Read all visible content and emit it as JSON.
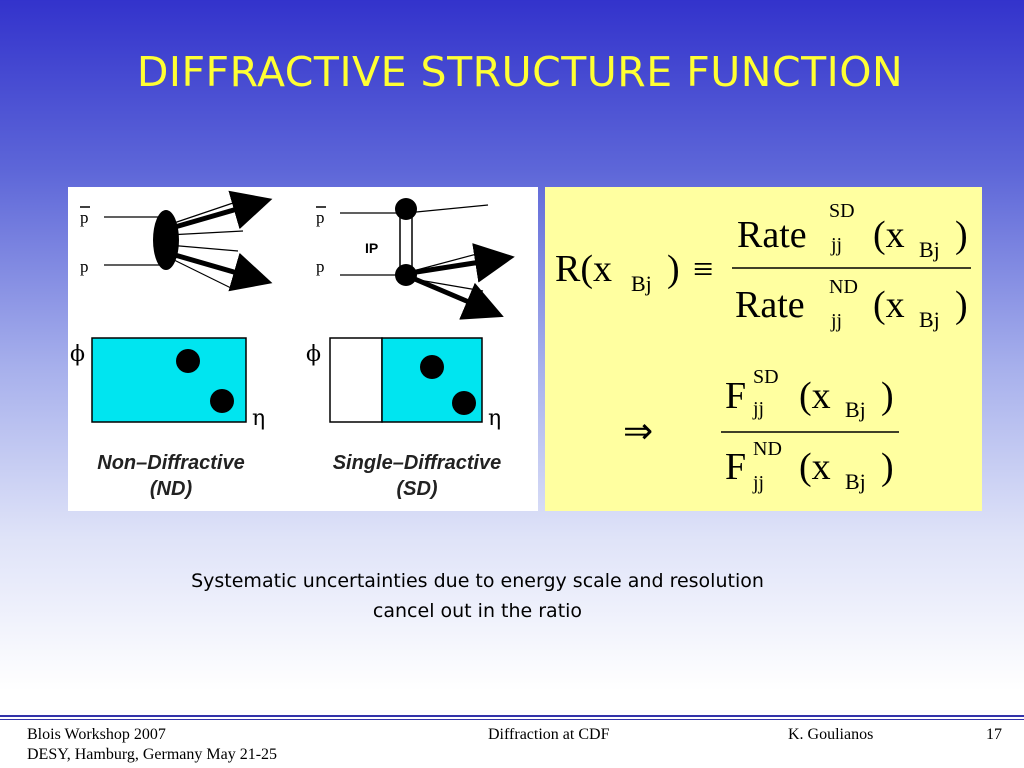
{
  "slide": {
    "title": "DIFFRACTIVE STRUCTURE FUNCTION",
    "caption_line1": "Systematic uncertainties due to energy scale and resolution",
    "caption_line2": "cancel out in the ratio"
  },
  "diagram": {
    "label_pbar": "p",
    "label_p": "p",
    "label_phi": "ϕ",
    "label_eta": "η",
    "label_ip": "IP",
    "nd_title": "Non–Diffractive",
    "nd_abbrev": "(ND)",
    "sd_title": "Single–Diffractive",
    "sd_abbrev": "(SD)",
    "colors": {
      "cyan": "#00e5f0",
      "ellipse": "#000000"
    }
  },
  "formula": {
    "R": "R(x",
    "Bj": "Bj",
    "close": ")",
    "equiv": "≡",
    "rate": "Rate",
    "sd": "SD",
    "nd": "ND",
    "jj": "jj",
    "open_x": "(x",
    "implies": "⇒",
    "F": "F"
  },
  "footer": {
    "event_line1": "Blois Workshop 2007",
    "event_line2": "DESY, Hamburg, Germany May 21-25",
    "center": "Diffraction at CDF",
    "author": "K. Goulianos",
    "page": "17"
  }
}
